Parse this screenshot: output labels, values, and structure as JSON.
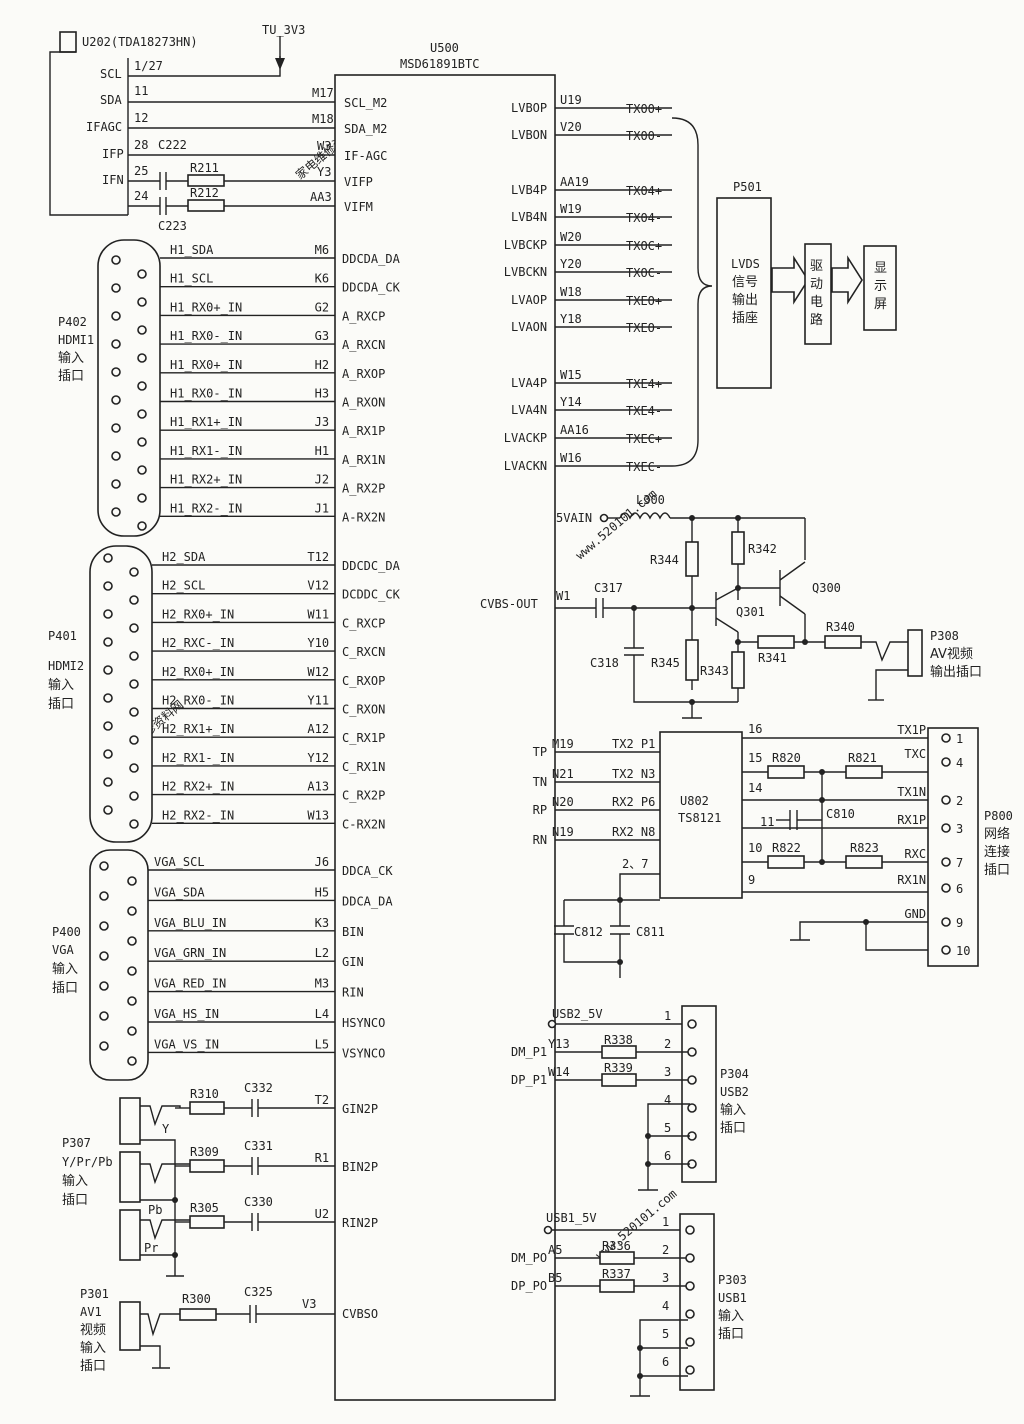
{
  "power": {
    "tu_3v3": "TU_3V3",
    "vain": "5VAIN"
  },
  "tuner": {
    "ref": "U202(TDA18273HN)",
    "pins": [
      {
        "name": "SCL",
        "num": "1/27",
        "ball": "M17",
        "sig": "SCL_M2"
      },
      {
        "name": "SDA",
        "num": "11",
        "ball": "M18",
        "sig": "SDA_M2"
      },
      {
        "name": "IFAGC",
        "num": "12",
        "ball": "W3",
        "sig": "IF-AGC"
      },
      {
        "name": "IFP",
        "num": "28",
        "ball": "Y3",
        "sig": "VIFP"
      },
      {
        "name": "IFN",
        "num": "25",
        "ball": "AA3",
        "sig": "VIFM"
      }
    ],
    "pin24": "24",
    "parts": {
      "c222": "C222",
      "r211": "R211",
      "r212": "R212",
      "c223": "C223"
    }
  },
  "chip": {
    "ref": "U500",
    "model": "MSD61891BTC"
  },
  "hdmi1": {
    "ref": "P402",
    "label": "HDMI1",
    "l2": "输入",
    "l3": "插口",
    "lines": [
      {
        "net": "H1_SDA",
        "ball": "M6",
        "sig": "DDCDA_DA"
      },
      {
        "net": "H1_SCL",
        "ball": "K6",
        "sig": "DDCDA_CK"
      },
      {
        "net": "H1_RX0+_IN",
        "ball": "G2",
        "sig": "A_RXCP"
      },
      {
        "net": "H1_RX0-_IN",
        "ball": "G3",
        "sig": "A_RXCN"
      },
      {
        "net": "H1_RX0+_IN",
        "ball": "H2",
        "sig": "A_RXOP"
      },
      {
        "net": "H1_RX0-_IN",
        "ball": "H3",
        "sig": "A_RXON"
      },
      {
        "net": "H1_RX1+_IN",
        "ball": "J3",
        "sig": "A_RX1P"
      },
      {
        "net": "H1_RX1-_IN",
        "ball": "H1",
        "sig": "A_RX1N"
      },
      {
        "net": "H1_RX2+_IN",
        "ball": "J2",
        "sig": "A_RX2P"
      },
      {
        "net": "H1_RX2-_IN",
        "ball": "J1",
        "sig": "A-RX2N"
      }
    ]
  },
  "hdmi2": {
    "ref": "P401",
    "label": "HDMI2",
    "l2": "输入",
    "l3": "插口",
    "lines": [
      {
        "net": "H2_SDA",
        "ball": "T12",
        "sig": "DDCDC_DA"
      },
      {
        "net": "H2_SCL",
        "ball": "V12",
        "sig": "DCDDC_CK"
      },
      {
        "net": "H2_RX0+_IN",
        "ball": "W11",
        "sig": "C_RXCP"
      },
      {
        "net": "H2_RXC-_IN",
        "ball": "Y10",
        "sig": "C_RXCN"
      },
      {
        "net": "H2_RX0+_IN",
        "ball": "W12",
        "sig": "C_RXOP"
      },
      {
        "net": "H2_RX0-_IN",
        "ball": "Y11",
        "sig": "C_RXON"
      },
      {
        "net": "H2_RX1+_IN",
        "ball": "A12",
        "sig": "C_RX1P"
      },
      {
        "net": "H2_RX1-_IN",
        "ball": "Y12",
        "sig": "C_RX1N"
      },
      {
        "net": "H2_RX2+_IN",
        "ball": "A13",
        "sig": "C_RX2P"
      },
      {
        "net": "H2_RX2-_IN",
        "ball": "W13",
        "sig": "C-RX2N"
      }
    ]
  },
  "vga": {
    "ref": "P400",
    "label": "VGA",
    "l2": "输入",
    "l3": "插口",
    "lines": [
      {
        "net": "VGA_SCL",
        "ball": "J6",
        "sig": "DDCA_CK"
      },
      {
        "net": "VGA_SDA",
        "ball": "H5",
        "sig": "DDCA_DA"
      },
      {
        "net": "VGA_BLU_IN",
        "ball": "K3",
        "sig": "BIN"
      },
      {
        "net": "VGA_GRN_IN",
        "ball": "L2",
        "sig": "GIN"
      },
      {
        "net": "VGA_RED_IN",
        "ball": "M3",
        "sig": "RIN"
      },
      {
        "net": "VGA_HS_IN",
        "ball": "L4",
        "sig": "HSYNCO"
      },
      {
        "net": "VGA_VS_IN",
        "ball": "L5",
        "sig": "VSYNCO"
      }
    ]
  },
  "ypbpr": {
    "ref": "P307",
    "label": "Y/Pr/Pb",
    "l2": "输入",
    "l3": "插口",
    "jack": [
      "Y",
      "Pb",
      "Pr"
    ],
    "lines": [
      {
        "r": "R310",
        "c": "C332",
        "ball": "T2",
        "sig": "GIN2P"
      },
      {
        "r": "R309",
        "c": "C331",
        "ball": "R1",
        "sig": "BIN2P"
      },
      {
        "r": "R305",
        "c": "C330",
        "ball": "U2",
        "sig": "RIN2P"
      }
    ]
  },
  "av1": {
    "ref": "P301",
    "label": "AV1",
    "l2": "视频",
    "l3": "输入",
    "l4": "插口",
    "r": "R300",
    "c": "C325",
    "ball": "V3",
    "sig": "CVBSO"
  },
  "lvds": {
    "pins": [
      {
        "sig": "LVBOP",
        "ball": "U19",
        "net": "TX00+"
      },
      {
        "sig": "LVBON",
        "ball": "V20",
        "net": "TX00-"
      },
      {
        "sig": "LVB4P",
        "ball": "AA19",
        "net": "TX04+"
      },
      {
        "sig": "LVB4N",
        "ball": "W19",
        "net": "TX04-"
      },
      {
        "sig": "LVBCKP",
        "ball": "W20",
        "net": "TXOC+"
      },
      {
        "sig": "LVBCKN",
        "ball": "Y20",
        "net": "TXOC-"
      },
      {
        "sig": "LVAOP",
        "ball": "W18",
        "net": "TXEO+"
      },
      {
        "sig": "LVAON",
        "ball": "Y18",
        "net": "TXEO-"
      },
      {
        "sig": "LVA4P",
        "ball": "W15",
        "net": "TXE4+"
      },
      {
        "sig": "LVA4N",
        "ball": "Y14",
        "net": "TXE4-"
      },
      {
        "sig": "LVACKP",
        "ball": "AA16",
        "net": "TXEC+"
      },
      {
        "sig": "LVACKN",
        "ball": "W16",
        "net": "TXEC-"
      }
    ],
    "connector": {
      "ref": "P501",
      "lines": [
        "LVDS",
        "信号",
        "输出",
        "插座"
      ]
    },
    "driver": [
      "驱",
      "动",
      "电",
      "路"
    ],
    "screen": [
      "显",
      "示",
      "屏"
    ]
  },
  "cvbs_out": {
    "sig": "CVBS-OUT",
    "ball": "W1",
    "parts": {
      "l300": "L300",
      "r344": "R344",
      "r342": "R342",
      "q300": "Q300",
      "q301": "Q301",
      "c317": "C317",
      "c318": "C318",
      "r345": "R345",
      "r343": "R343",
      "r341": "R341",
      "r340": "R340"
    },
    "jack": {
      "ref": "P308",
      "l2": "AV视频",
      "l3": "输出插口"
    }
  },
  "net": {
    "phy": "U802",
    "model": "TS8121",
    "chip_side": [
      {
        "sig": "TP",
        "ball": "M19",
        "pin": "TX2 P1"
      },
      {
        "sig": "TN",
        "ball": "N21",
        "pin": "TX2 N3"
      },
      {
        "sig": "RP",
        "ball": "N20",
        "pin": "RX2 P6"
      },
      {
        "sig": "RN",
        "ball": "N19",
        "pin": "RX2 N8"
      }
    ],
    "pins": {
      "p16": "16",
      "p15": "15",
      "p14": "14",
      "p11": "11",
      "p10": "10",
      "p9": "9",
      "p27": "2、7"
    },
    "parts": {
      "r820": "R820",
      "r821": "R821",
      "c810": "C810",
      "r822": "R822",
      "r823": "R823",
      "c812": "C812",
      "c811": "C811"
    },
    "jack_pins": [
      {
        "sig": "TX1P",
        "pin": "1"
      },
      {
        "sig": "TXC",
        "pin": "4"
      },
      {
        "sig": "TX1N",
        "pin": "2"
      },
      {
        "sig": "RX1P",
        "pin": "3"
      },
      {
        "sig": "RXC",
        "pin": "7"
      },
      {
        "sig": "RX1N",
        "pin": "6"
      },
      {
        "sig": "GND",
        "pin": "9"
      },
      {
        "sig": "",
        "pin": "10"
      }
    ],
    "jack": {
      "ref": "P800",
      "l2": "网络",
      "l3": "连接",
      "l4": "插口"
    }
  },
  "usb2": {
    "vcc": "USB2_5V",
    "lines": [
      {
        "sig": "DM_P1",
        "ball": "Y13",
        "r": "R338"
      },
      {
        "sig": "DP_P1",
        "ball": "W14",
        "r": "R339"
      }
    ],
    "pins": [
      "1",
      "2",
      "3",
      "4",
      "5",
      "6"
    ],
    "jack": {
      "ref": "P304",
      "l2": "USB2",
      "l3": "输入",
      "l4": "插口"
    }
  },
  "usb1": {
    "vcc": "USB1_5V",
    "lines": [
      {
        "sig": "DM_PO",
        "ball": "A5",
        "r": "R336"
      },
      {
        "sig": "DP_PO",
        "ball": "B5",
        "r": "R337"
      }
    ],
    "pins": [
      "1",
      "2",
      "3",
      "4",
      "5",
      "6"
    ],
    "jack": {
      "ref": "P303",
      "l2": "USB1",
      "l3": "输入",
      "l4": "插口"
    }
  }
}
